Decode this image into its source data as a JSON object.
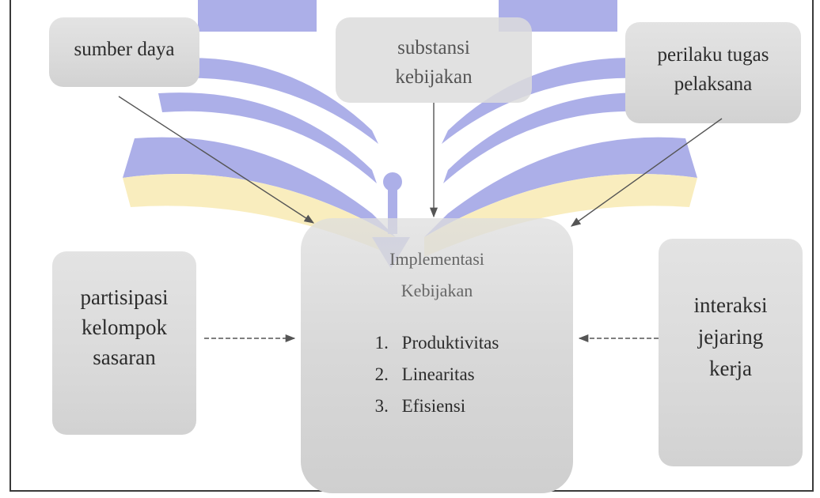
{
  "diagram": {
    "nodes": {
      "sumber_daya": {
        "lines": [
          "sumber daya"
        ]
      },
      "substansi": {
        "lines": [
          "substansi",
          "kebijakan"
        ]
      },
      "perilaku": {
        "lines": [
          "perilaku tugas",
          "pelaksana"
        ]
      },
      "partisipasi": {
        "lines": [
          "partisipasi",
          "kelompok",
          "sasaran"
        ]
      },
      "interaksi": {
        "lines": [
          "interaksi",
          "jejaring",
          "kerja"
        ]
      },
      "implementasi": {
        "title_lines": [
          "Implementasi",
          "Kebijakan"
        ],
        "items": [
          {
            "num": "1.",
            "label": "Produktivitas"
          },
          {
            "num": "2.",
            "label": "Linearitas"
          },
          {
            "num": "3.",
            "label": "Efisiensi"
          }
        ]
      }
    },
    "colors": {
      "box_fill": "#dadada",
      "arrow": "#555555",
      "watermark_blue": "#6a6fd6",
      "watermark_yellow": "#f5e08a"
    },
    "watermark_icon": "open-book-logo"
  }
}
